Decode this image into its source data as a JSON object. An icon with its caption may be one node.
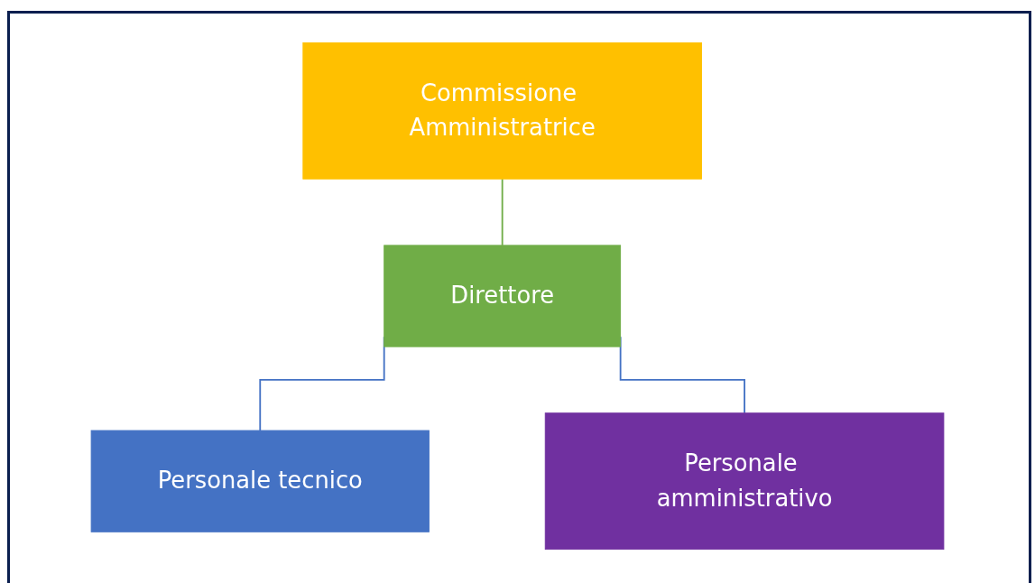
{
  "diagram": {
    "nodes": [
      {
        "text": [
          "Commissione Amministratrice"
        ]
      },
      {
        "text": [
          "Direttore"
        ]
      },
      {
        "text": [
          "Personale tecnico"
        ]
      },
      {
        "text": [
          "Personale amministrativo"
        ]
      }
    ],
    "edges": [
      {
        "from": 0,
        "to": 1,
        "arrow": "none",
        "color": "#70ad47"
      },
      {
        "from": 1,
        "to": 2,
        "arrow": "none"
      },
      {
        "from": 1,
        "to": 3,
        "arrow": "none"
      }
    ]
  }
}
